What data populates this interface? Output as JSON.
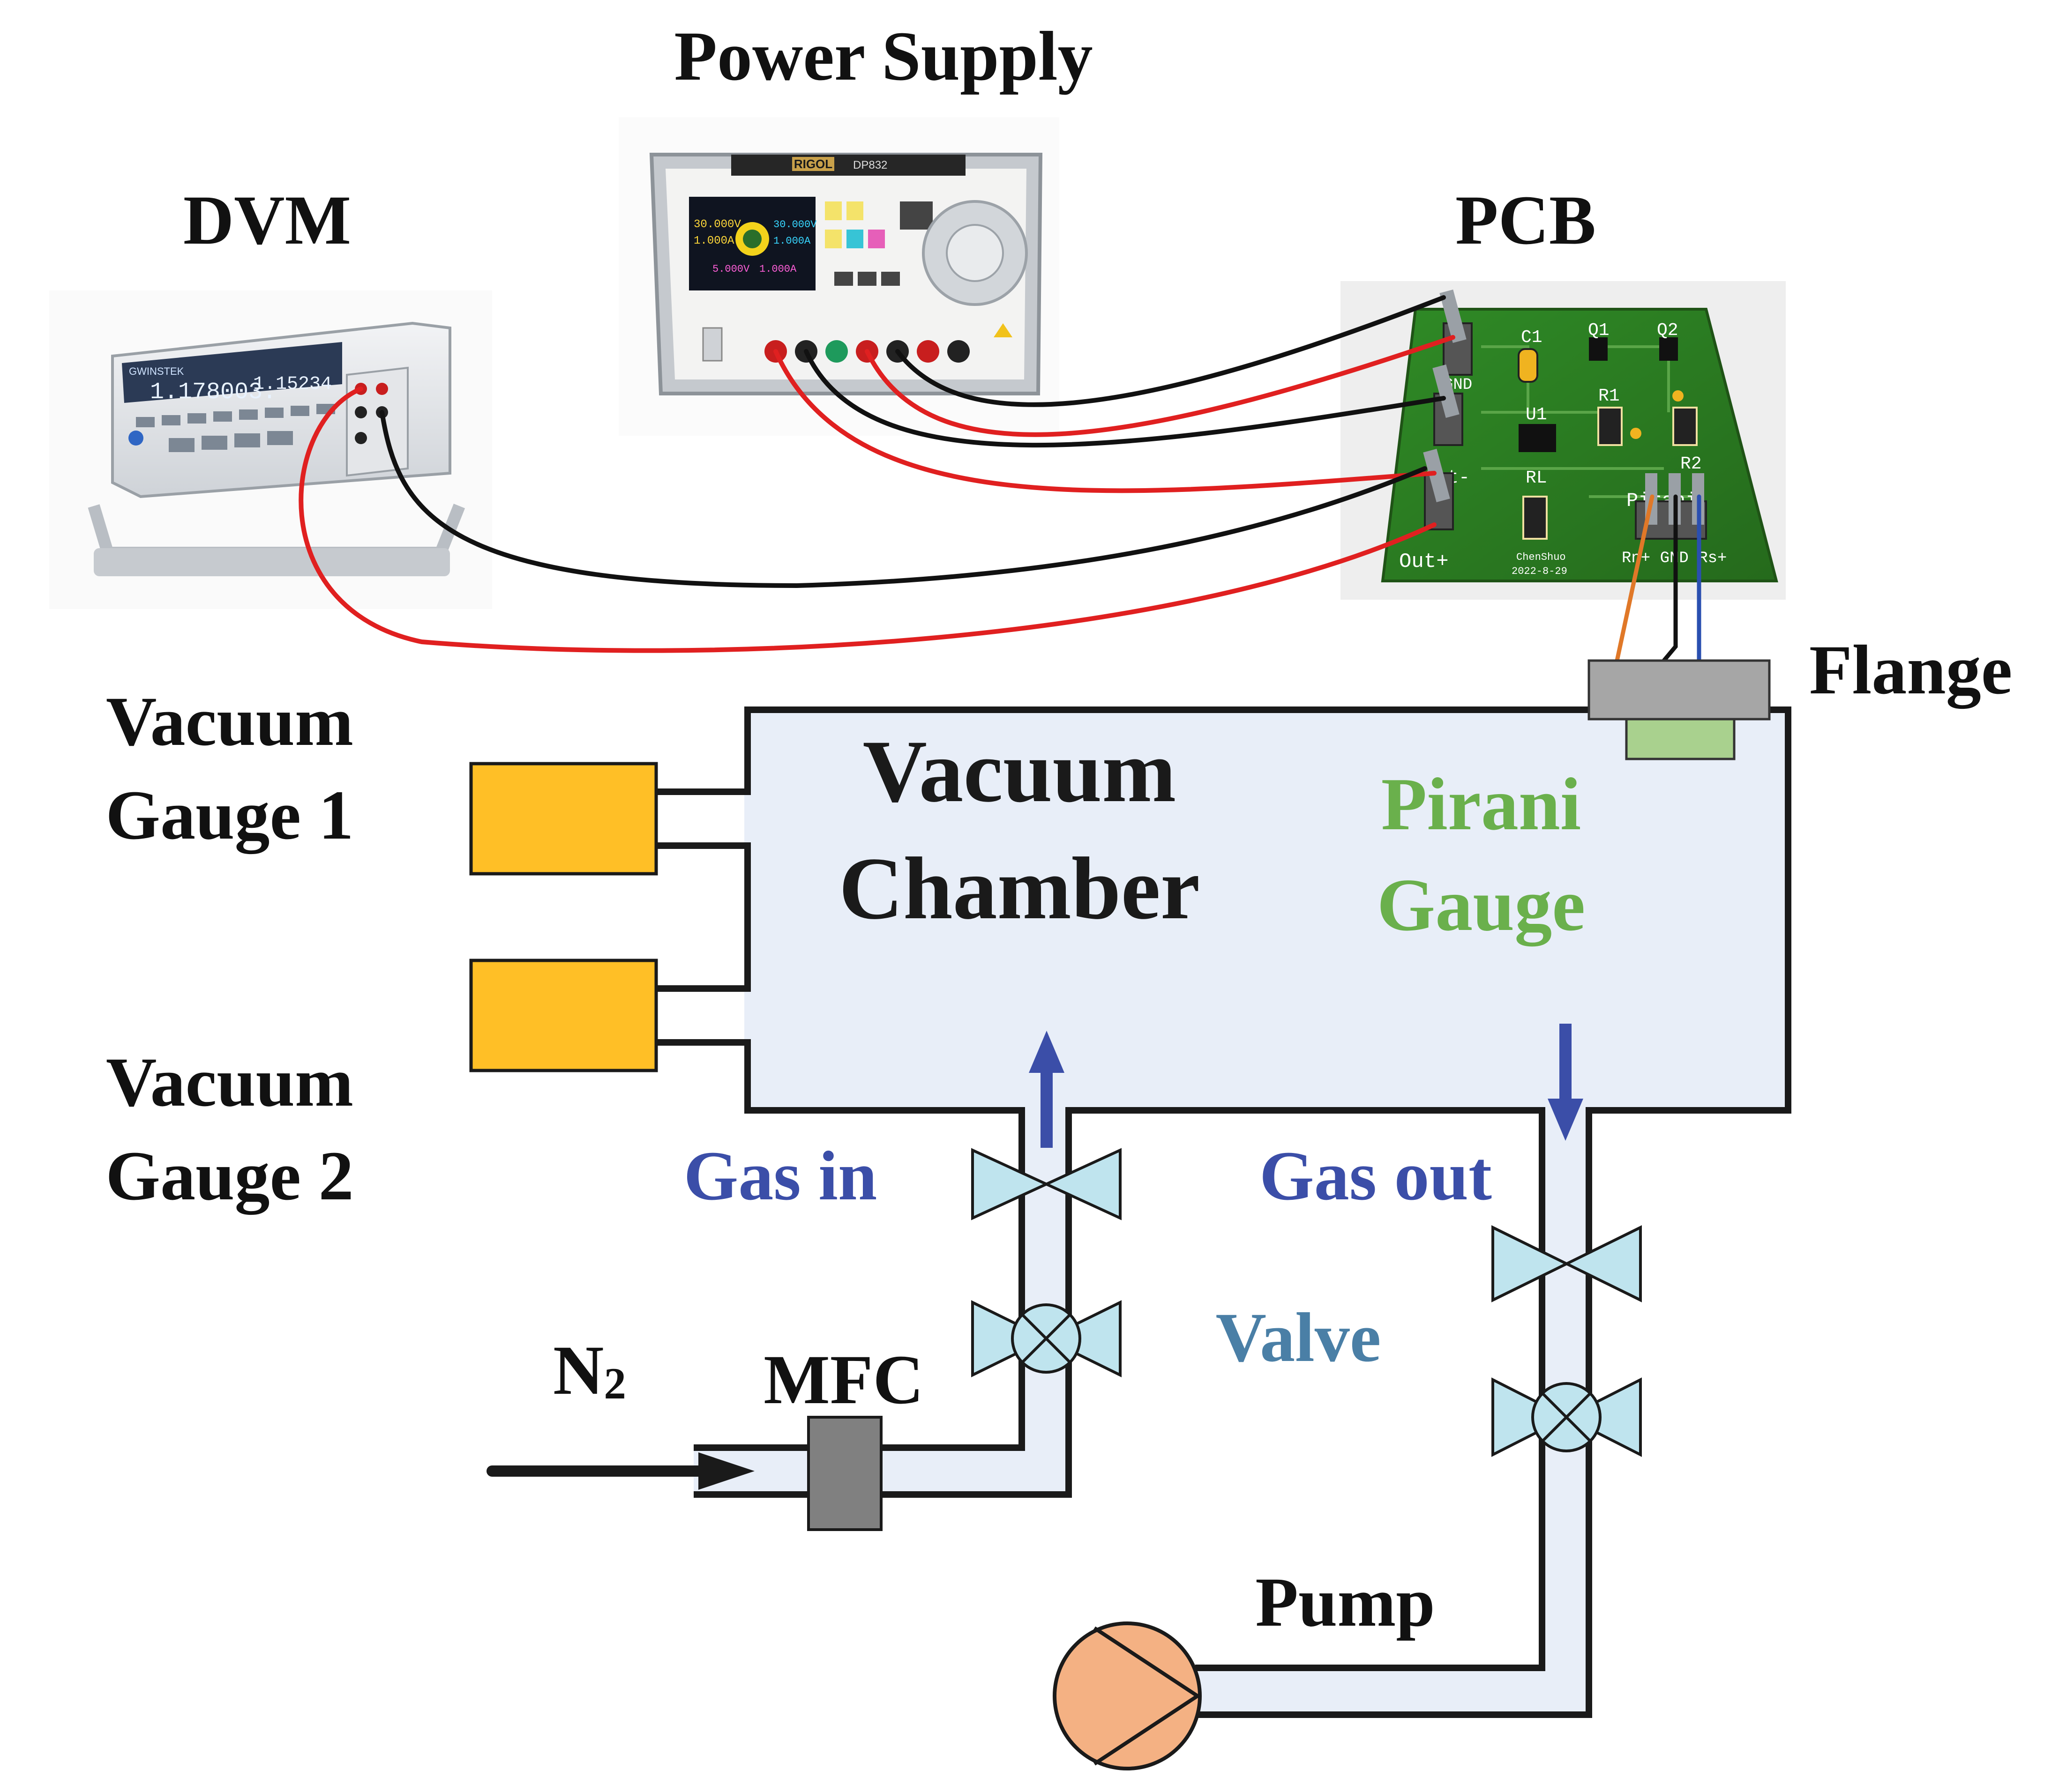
{
  "labels": {
    "power_supply": "Power Supply",
    "dvm": "DVM",
    "pcb": "PCB",
    "flange": "Flange",
    "vacuum_gauge_1_line1": "Vacuum",
    "vacuum_gauge_1_line2": "Gauge 1",
    "vacuum_gauge_2_line1": "Vacuum",
    "vacuum_gauge_2_line2": "Gauge 2",
    "chamber_line1": "Vacuum",
    "chamber_line2": "Chamber",
    "pirani_line1": "Pirani",
    "pirani_line2": "Gauge",
    "gas_in": "Gas in",
    "gas_out": "Gas out",
    "valve": "Valve",
    "n2_main": "N",
    "n2_sub": "2",
    "mfc": "MFC",
    "pump": "Pump"
  },
  "dvm_display": {
    "brand": "GWINSTEK",
    "main_reading": "1.178003.",
    "sub_reading": "1.15234"
  },
  "psu_display": {
    "brand": "RIGOL",
    "model": "DP832",
    "ch1_v": "30.000V",
    "ch1_a": "1.000A",
    "ch2_v": "30.000V",
    "ch2_a": "1.000A",
    "ch3_v": "5.000V",
    "ch3_a": "1.000A"
  },
  "pcb_silk": {
    "c1": "C1",
    "q1": "Q1",
    "q2": "Q2",
    "gnd": "GND",
    "u1": "U1",
    "r1": "R1",
    "rl": "RL",
    "r2": "R2",
    "pirani": "Pirani",
    "out_minus": "Out-",
    "out_plus": "Out+",
    "author": "ChenShuo",
    "date": "2022-8-29",
    "pins": "Rn+ GND Rs+"
  },
  "colors": {
    "chamber_fill": "#e8eef8",
    "outline": "#1a1a1a",
    "gauge_fill": "#ffbf26",
    "valve_fill": "#bfe4ee",
    "arrow_blue": "#3b4ea8",
    "pirani_green": "#6ab04c",
    "valve_text": "#4a7fa6",
    "flange_gray": "#a6a6a6",
    "flange_green": "#a9d18e",
    "mfc_gray": "#808080",
    "pump_fill": "#f4b183",
    "wire_red": "#e02020",
    "wire_black": "#111111",
    "wire_orange": "#e07828",
    "wire_blue": "#2a4fb0",
    "pcb_green": "#2f7a22"
  }
}
